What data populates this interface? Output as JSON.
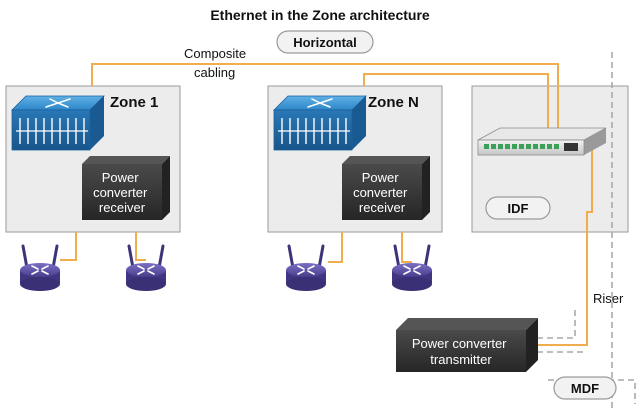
{
  "title": "Ethernet in the Zone architecture",
  "labels": {
    "horizontal": "Horizontal",
    "composite_line1": "Composite",
    "composite_line2": "cabling",
    "riser": "Riser",
    "idf": "IDF",
    "mdf": "MDF"
  },
  "zones": [
    {
      "name": "Zone 1",
      "converter": [
        "Power",
        "converter",
        "receiver"
      ]
    },
    {
      "name": "Zone N",
      "converter": [
        "Power",
        "converter",
        "receiver"
      ]
    }
  ],
  "transmitter": [
    "Power converter",
    "transmitter"
  ],
  "icons": {
    "zone_switch": "multilayer-switch-icon",
    "idf_switch": "ethernet-switch-icon",
    "access_point": "wireless-router-icon"
  },
  "colors": {
    "cable": "#f0ad4e",
    "zone_fill": "#ececec",
    "switch_blue": "#2a7fc0",
    "converter_fill": "#3a3a3a",
    "access_point": "#5a4fa0",
    "dashed_line": "#a9a9a9"
  }
}
